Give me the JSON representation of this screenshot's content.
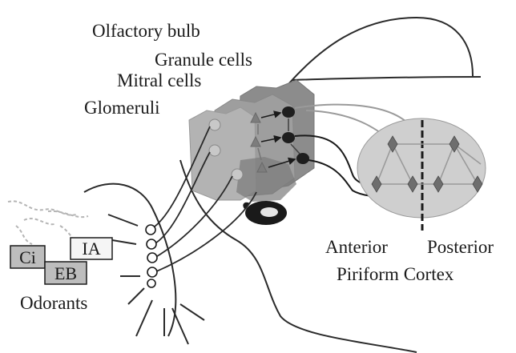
{
  "labels": {
    "olfactory_bulb": "Olfactory bulb",
    "granule_cells": "Granule cells",
    "mitral_cells": "Mitral cells",
    "glomeruli": "Glomeruli",
    "anterior": "Anterior",
    "posterior": "Posterior",
    "piriform_cortex": "Piriform Cortex",
    "odorants": "Odorants"
  },
  "odorant_boxes": {
    "ci": "Ci",
    "eb": "EB",
    "ia": "IA"
  },
  "colors": {
    "ink": "#1a1a1a",
    "bulb_block": "#a9a9a9",
    "bulb_block_dark": "#8c8c8c",
    "cortex_ellipse": "#cfcfcf",
    "node_diamond": "#6e6e6e",
    "box_fill": "#bdbdbd",
    "dash_line": "#b5b5b5"
  }
}
